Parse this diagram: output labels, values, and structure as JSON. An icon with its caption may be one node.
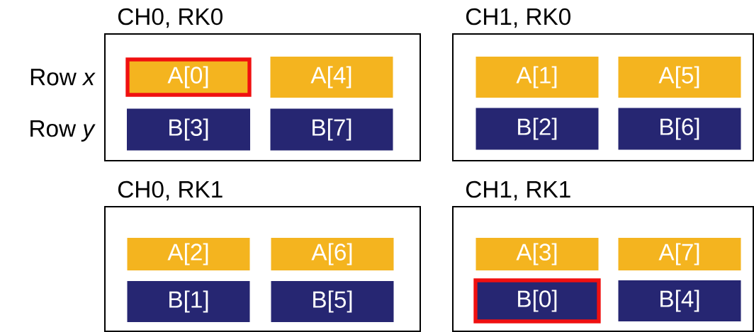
{
  "diagram": {
    "nodes": [
      {
        "text": [
          "CH0, RK0"
        ]
      },
      {
        "text": [
          "A[0]"
        ],
        "in": 0
      },
      {
        "text": [
          "A[4]"
        ],
        "in": 0
      },
      {
        "text": [
          "B[3]"
        ],
        "in": 0
      },
      {
        "text": [
          "B[7]"
        ],
        "in": 0
      },
      {
        "text": [
          "CH1, RK0"
        ]
      },
      {
        "text": [
          "A[1]"
        ],
        "in": 5
      },
      {
        "text": [
          "A[5]"
        ],
        "in": 5
      },
      {
        "text": [
          "B[2]"
        ],
        "in": 5
      },
      {
        "text": [
          "B[6]"
        ],
        "in": 5
      },
      {
        "text": [
          "CH0, RK1"
        ]
      },
      {
        "text": [
          "A[2]"
        ],
        "in": 10
      },
      {
        "text": [
          "A[6]"
        ],
        "in": 10
      },
      {
        "text": [
          "B[1]"
        ],
        "in": 10
      },
      {
        "text": [
          "B[5]"
        ],
        "in": 10
      },
      {
        "text": [
          "CH1, RK1"
        ]
      },
      {
        "text": [
          "A[3]"
        ],
        "in": 15
      },
      {
        "text": [
          "A[7]"
        ],
        "in": 15
      },
      {
        "text": [
          "B[0]"
        ],
        "in": 15
      },
      {
        "text": [
          "B[4]"
        ],
        "in": 15
      }
    ],
    "labels": [
      "Row *x*",
      "Row *y*"
    ]
  }
}
